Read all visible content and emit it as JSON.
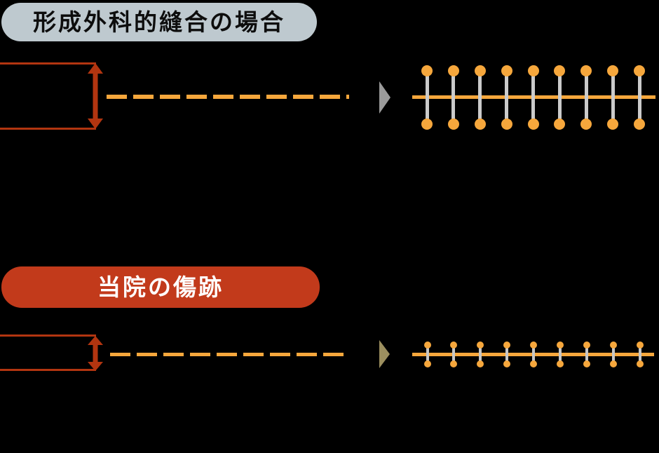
{
  "page": {
    "background": "#000000"
  },
  "colors": {
    "orange": "#F6A73C",
    "measure_red": "#B23510",
    "badge_gray_bg": "#BEC9CF",
    "badge_gray_text": "#0D0D0D",
    "badge_red_bg": "#C23A1B",
    "badge_red_text": "#FFFFFF",
    "transition_arrow_gray": "#9B9B9B",
    "transition_arrow_olive": "#9C8F5F",
    "thread_gray_top": "#CBCBCB",
    "thread_gray_bottom": "#C6C6C6"
  },
  "sections": [
    {
      "id": "plastic-surgery",
      "title": "形成外科的縫合の場合",
      "badge": {
        "bg": "#BEC9CF",
        "text_color": "#0D0D0D"
      },
      "scar_width": "wide",
      "measure_color": "#B23510",
      "dash_color": "#F6A73C",
      "transition_arrow_color": "#9B9B9B",
      "suture": {
        "stitch_count": 9,
        "dot_color": "#F6A73C",
        "thread_color": "#CBCBCB"
      }
    },
    {
      "id": "our-clinic",
      "title": "当院の傷跡",
      "badge": {
        "bg": "#C23A1B",
        "text_color": "#FFFFFF"
      },
      "scar_width": "narrow",
      "measure_color": "#B23510",
      "dash_color": "#F6A73C",
      "transition_arrow_color": "#9C8F5F",
      "suture": {
        "stitch_count": 9,
        "dot_color": "#F6A73C",
        "thread_color": "#C6C6C6"
      }
    }
  ]
}
